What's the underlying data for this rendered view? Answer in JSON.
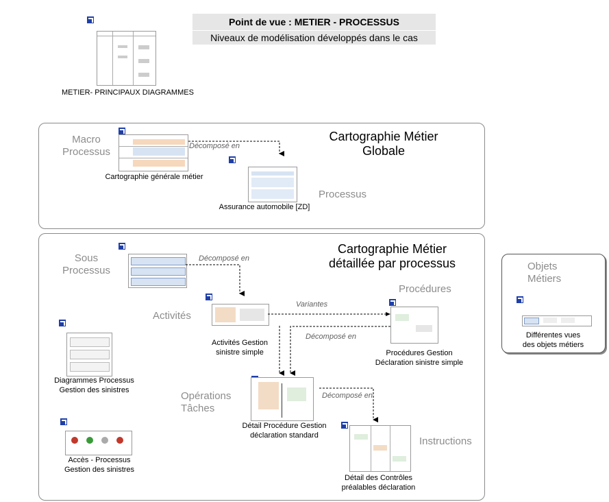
{
  "header": {
    "title": "Point de vue : METIER - PROCESSUS",
    "subtitle": "Niveaux de modélisation développés dans le cas"
  },
  "top_diagram": {
    "caption": "METIER- PRINCIPAUX DIAGRAMMES"
  },
  "panel_global": {
    "title_line1": "Cartographie Métier",
    "title_line2": "Globale",
    "level_macro_line1": "Macro",
    "level_macro_line2": "Processus",
    "level_processus": "Processus",
    "diagram_general": "Cartographie générale métier",
    "diagram_assurance": "Assurance automobile [ZD]",
    "decompose_label": "Décomposé en"
  },
  "panel_detail": {
    "title_line1": "Cartographie Métier",
    "title_line2": "détaillée par processus",
    "level_sous_line1": "Sous",
    "level_sous_line2": "Processus",
    "level_activites": "Activités",
    "level_procedures": "Procédures",
    "level_operations_line1": "Opérations",
    "level_operations_line2": "Tâches",
    "level_instructions": "Instructions",
    "decompose_1": "Décomposé en",
    "variantes": "Variantes",
    "decompose_2": "Décomposé en",
    "decompose_3": "Décomposé en",
    "diag_activites_line1": "Activités Gestion",
    "diag_activites_line2": "sinistre simple",
    "diag_procedures_line1": "Procédures Gestion",
    "diag_procedures_line2": "Déclaration sinistre simple",
    "diag_detail_proc_line1": "Détail Procédure Gestion",
    "diag_detail_proc_line2": "déclaration standard",
    "diag_controles_line1": "Détail des Contrôles",
    "diag_controles_line2": "préalables déclaration",
    "diag_diagrammes_line1": "Diagrammes Processus",
    "diag_diagrammes_line2": "Gestion des sinistres",
    "diag_acces_line1": "Accès - Processus",
    "diag_acces_line2": "Gestion des sinistres"
  },
  "panel_objets": {
    "level_line1": "Objets",
    "level_line2": "Métiers",
    "caption_line1": "Différentes vues",
    "caption_line2": "des objets métiers"
  },
  "colors": {
    "link_icon": "#1f3fa8",
    "panel_border": "#8a8a8a",
    "level_label": "#8c8c8c"
  }
}
